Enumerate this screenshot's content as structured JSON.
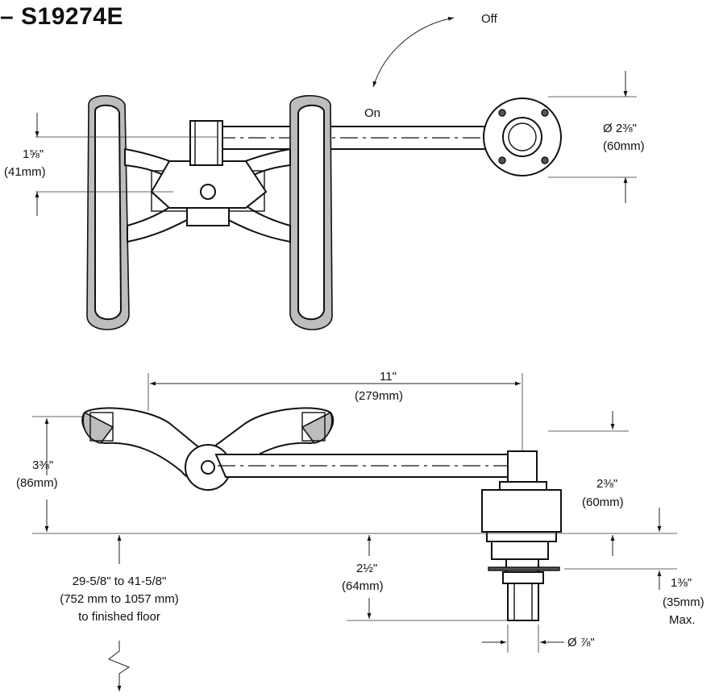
{
  "title": "– S19274E",
  "top_view": {
    "rotation": {
      "off": "Off",
      "on": "On"
    },
    "dim_height": {
      "inch": "1⅝\"",
      "mm": "(41mm)"
    },
    "dim_flange": {
      "inch": "Ø 2⅜\"",
      "mm": "(60mm)"
    }
  },
  "side_view": {
    "dim_length": {
      "inch": "11\"",
      "mm": "(279mm)"
    },
    "dim_height": {
      "inch": "3⅜\"",
      "mm": "(86mm)"
    },
    "dim_flange_height": {
      "inch": "2⅜\"",
      "mm": "(60mm)"
    },
    "dim_shank": {
      "inch": "2½\"",
      "mm": "(64mm)"
    },
    "dim_thickness": {
      "inch": "1⅜\"",
      "mm": "(35mm)",
      "note": "Max."
    },
    "dim_diameter": "Ø ⅞\"",
    "mount_height": {
      "line1": "29-5/8\" to 41-5/8\"",
      "line2": "(752 mm to 1057 mm)",
      "line3": "to finished floor"
    }
  }
}
